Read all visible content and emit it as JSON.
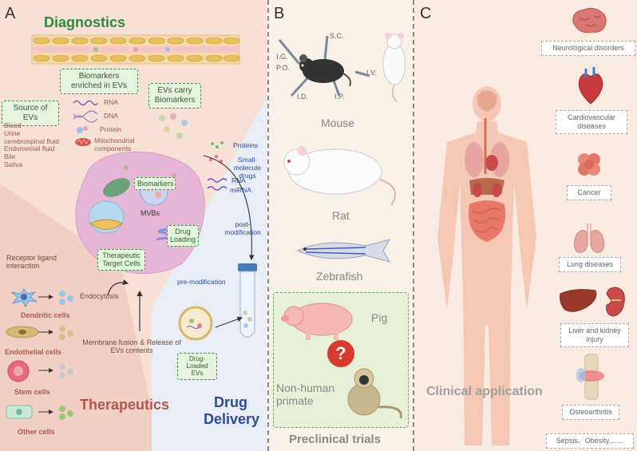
{
  "panelA": {
    "letter": "A",
    "diagnostics_title": "Diagnostics",
    "biomarkers_box": "Biomarkers enriched in EVs",
    "source_box": "Source of EVs",
    "sources": [
      "Blood",
      "Urine",
      "cerebrospinal fluid",
      "Endometrial fluid",
      "Bile",
      "Saliva"
    ],
    "cargo": [
      {
        "icon": "rna-icon",
        "label": "RNA"
      },
      {
        "icon": "dna-icon",
        "label": "DNA"
      },
      {
        "icon": "protein-icon",
        "label": "Protein"
      },
      {
        "icon": "mitochondria-icon",
        "label": "Mitochondrial components"
      }
    ],
    "evs_carry_box": "EVs carry Biomarkers",
    "cell_biomarkers_box": "Biomarkers",
    "mvbs_label": "MVBs",
    "drug_loading_box": "Drug Loading",
    "therapeutic_target_box": "Therapeutic Target Cells",
    "receptor_label": "Receptor ligand interaction",
    "endocytosis_label": "Endocytosis",
    "membrane_label": "Membrane fusion & Release of EVs contents",
    "cells": [
      "Dendritic cells",
      "Endothelial cells",
      "Stem cells",
      "Other cells"
    ],
    "therapeutics_title": "Therapeutics",
    "drug_cargo": [
      "Proteins",
      "Small-molecule drugs",
      "RNA",
      "miRNA"
    ],
    "post_mod_label": "post-modification",
    "pre_mod_label": "pre-modification",
    "drug_loaded_box": "Drug-Loaded EVs",
    "drug_delivery_title_1": "Drug",
    "drug_delivery_title_2": "Delivery"
  },
  "panelB": {
    "letter": "B",
    "routes": [
      "S.C.",
      "I.G.",
      "P.O.",
      "I.V.",
      "I.D.",
      "I.P."
    ],
    "animals": [
      "Mouse",
      "Rat",
      "Zebrafish"
    ],
    "pig_label": "Pig",
    "question_mark": "?",
    "primate_label": "Non-human primate",
    "preclinical_title": "Preclinical trials"
  },
  "panelC": {
    "letter": "C",
    "diseases": [
      "Neurological disorders",
      "Cardiovascular diseases",
      "Cancer",
      "Lung diseases",
      "Liver and kidney injury",
      "Osteoarthritis",
      "Sepsis、Obesity……"
    ],
    "clinical_title": "Clinical application"
  },
  "colors": {
    "diagnostics_green": "#2e8b3d",
    "therapeutics_red": "#b4574a",
    "drug_delivery_blue": "#2b4c9c",
    "preclinical_gray": "#8a8a8a",
    "clinical_gray": "#a0a0a0"
  }
}
